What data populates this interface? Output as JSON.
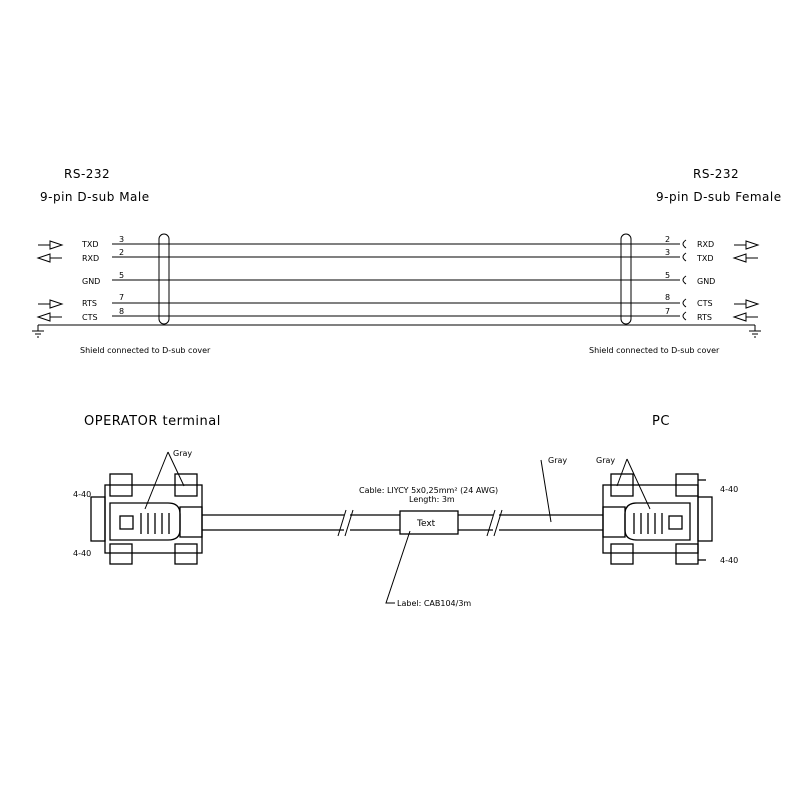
{
  "wiring": {
    "left_title": "RS-232",
    "left_subtitle": "9-pin D-sub Male",
    "right_title": "RS-232",
    "right_subtitle": "9-pin D-sub Female",
    "left_signals": [
      {
        "name": "TXD",
        "pin": "3",
        "direction": "out"
      },
      {
        "name": "RXD",
        "pin": "2",
        "direction": "in"
      },
      {
        "name": "GND",
        "pin": "5",
        "direction": "none"
      },
      {
        "name": "RTS",
        "pin": "7",
        "direction": "out"
      },
      {
        "name": "CTS",
        "pin": "8",
        "direction": "in"
      }
    ],
    "right_signals": [
      {
        "name": "RXD",
        "pin": "2",
        "direction": "in"
      },
      {
        "name": "TXD",
        "pin": "3",
        "direction": "out"
      },
      {
        "name": "GND",
        "pin": "5",
        "direction": "none"
      },
      {
        "name": "CTS",
        "pin": "8",
        "direction": "in"
      },
      {
        "name": "RTS",
        "pin": "7",
        "direction": "out"
      }
    ],
    "left_shield_note": "Shield connected to D-sub cover",
    "right_shield_note": "Shield connected to D-sub cover"
  },
  "cable": {
    "left_end_label": "OPERATOR terminal",
    "right_end_label": "PC",
    "left_color_label": "Gray",
    "right_color_label": "Gray",
    "cable_color_label": "Gray",
    "spec_line1": "Cable: LIYCY 5x0,25mm²  (24 AWG)",
    "spec_line2": "Length: 3m",
    "text_box": "Text",
    "label_note": "Label: CAB104/3m",
    "screw_top_left": "4-40",
    "screw_bottom_left": "4-40",
    "screw_top_right": "4-40",
    "screw_bottom_right": "4-40"
  }
}
